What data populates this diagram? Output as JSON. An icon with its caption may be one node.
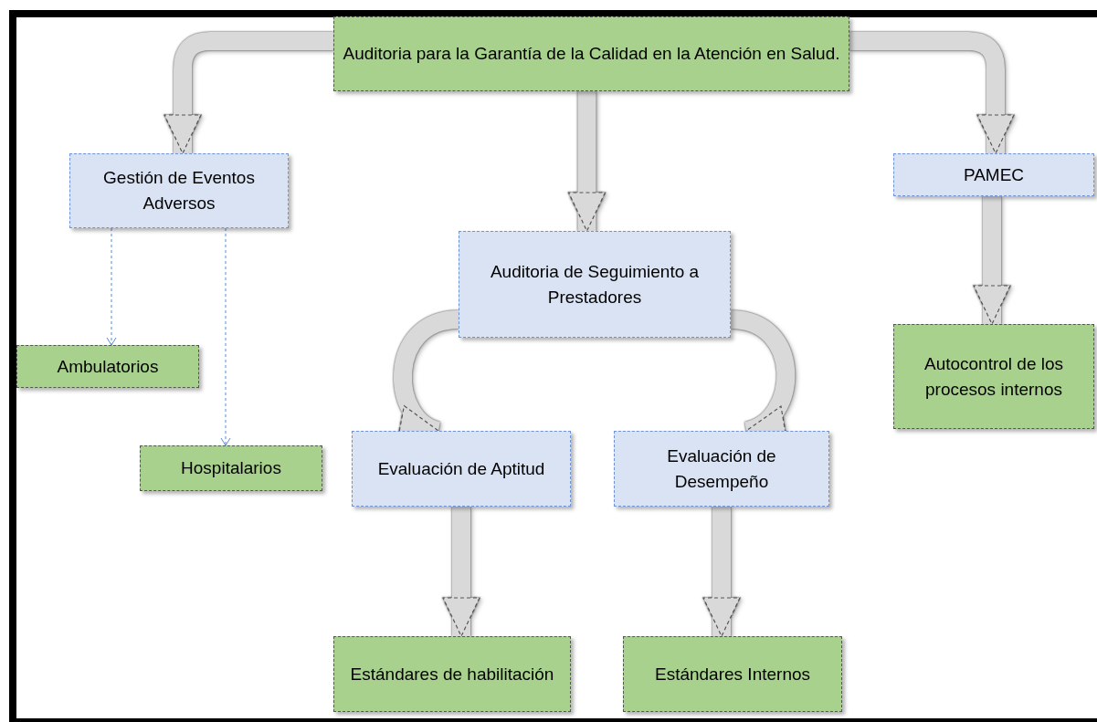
{
  "diagram": {
    "nodes": [
      {
        "text": [
          "Auditoria para la Garantía de la Calidad en la Atención en Salud."
        ]
      },
      {
        "text": [
          "Gestión de Eventos Adversos"
        ]
      },
      {
        "text": [
          "PAMEC"
        ]
      },
      {
        "text": [
          "Auditoria de Seguimiento a Prestadores"
        ]
      },
      {
        "text": [
          "Autocontrol de los procesos internos"
        ]
      },
      {
        "text": [
          "Ambulatorios"
        ]
      },
      {
        "text": [
          "Hospitalarios"
        ]
      },
      {
        "text": [
          "Evaluación de Aptitud"
        ]
      },
      {
        "text": [
          "Evaluación de Desempeño"
        ]
      },
      {
        "text": [
          "Estándares de habilitación"
        ]
      },
      {
        "text": [
          "Estándares Internos"
        ]
      }
    ],
    "edges": [
      {
        "from": 0,
        "to": 1,
        "arrow": "to"
      },
      {
        "from": 0,
        "to": 3,
        "arrow": "to"
      },
      {
        "from": 0,
        "to": 2,
        "arrow": "to"
      },
      {
        "from": 2,
        "to": 4,
        "arrow": "to"
      },
      {
        "from": 3,
        "to": 7,
        "arrow": "to"
      },
      {
        "from": 3,
        "to": 8,
        "arrow": "to"
      },
      {
        "from": 7,
        "to": 9,
        "arrow": "to"
      },
      {
        "from": 8,
        "to": 10,
        "arrow": "to"
      },
      {
        "from": 1,
        "to": 5,
        "arrow": "to",
        "style": "dashed",
        "color": "#5b8bd5"
      },
      {
        "from": 1,
        "to": 6,
        "arrow": "to",
        "style": "dashed",
        "color": "#5b8bd5"
      }
    ]
  }
}
